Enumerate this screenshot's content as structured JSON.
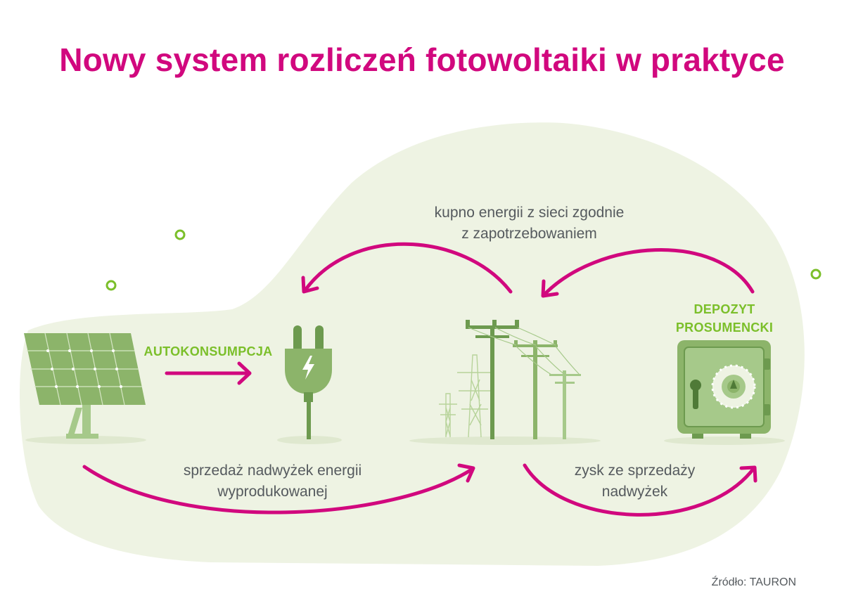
{
  "title": "Nowy system rozliczeń fotowoltaiki w praktyce",
  "labels": {
    "autokonsumpcja": "AUTOKONSUMPCJA",
    "depozyt_line1": "DEPOZYT",
    "depozyt_line2": "PROSUMENCKI",
    "kupno_line1": "kupno energii z sieci zgodnie",
    "kupno_line2": "z zapotrzebowaniem",
    "sprzedaz_line1": "sprzedaż nadwyżek energii",
    "sprzedaz_line2": "wyprodukowanej",
    "zysk_line1": "zysk ze sprzedaży",
    "zysk_line2": "nadwyżek"
  },
  "source": "Źródło: TAURON",
  "colors": {
    "title": "#d1087e",
    "arrow": "#d1087e",
    "accent_green": "#7bbf2a",
    "blob": "#eef3e3",
    "icon_green": "#8cb46a",
    "icon_dark": "#5f8a45",
    "text_gray": "#555a5e"
  },
  "icons": [
    "solar-panel-icon",
    "plug-icon",
    "power-lines-icon",
    "safe-icon"
  ]
}
